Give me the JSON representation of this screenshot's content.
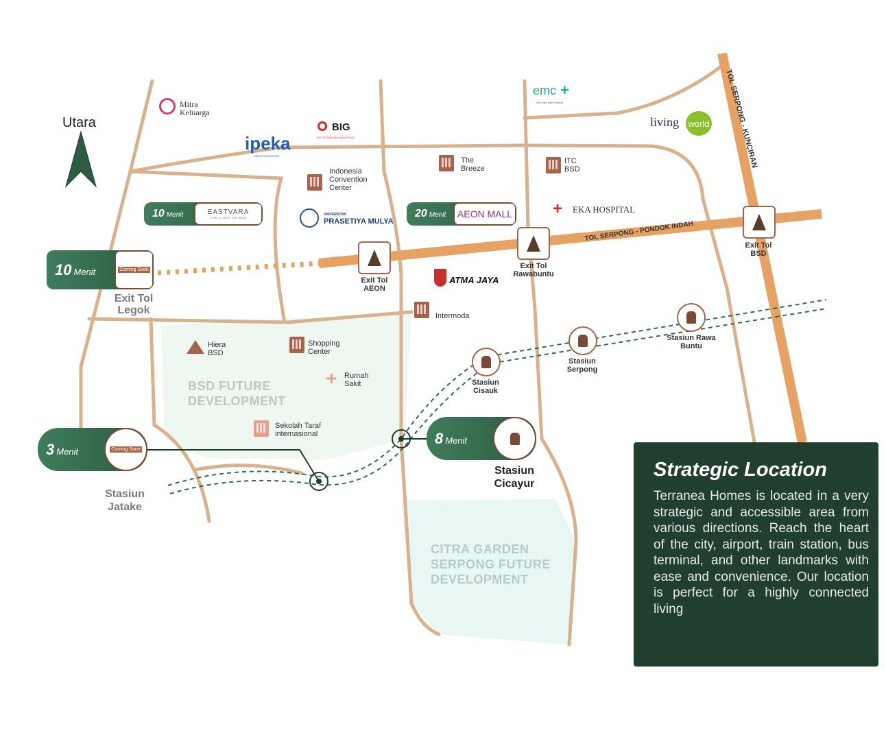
{
  "compass": {
    "label": "Utara"
  },
  "areas": {
    "bsd": "BSD FUTURE DEVELOPMENT",
    "citra": "CITRA GARDEN SERPONG FUTURE DEVELOPMENT"
  },
  "roads": {
    "toll_east_west": "TOL SERPONG - PONDOK INDAH",
    "toll_north_south": "TOL SERPONG - KUNCIRAN"
  },
  "badges": [
    {
      "minutes": "10",
      "unit": "Menit",
      "target": "EASTVARA",
      "tagline": "THE LIGHT OF BSD"
    },
    {
      "minutes": "10",
      "unit": "Menit",
      "target": "Coming Soon"
    },
    {
      "minutes": "20",
      "unit": "Menit",
      "target": "AEON MALL"
    },
    {
      "minutes": "3",
      "unit": "Menit",
      "target": "Coming Soon"
    },
    {
      "minutes": "8",
      "unit": "Menit"
    }
  ],
  "exits": {
    "legok": "Exit Tol Legok",
    "aeon": "Exit Tol AEON",
    "rawabuntu": "Exit Tol Rawabuntu",
    "bsd": "Exit Tol BSD"
  },
  "stations": {
    "jatake": "Stasiun Jatake",
    "cicayur": "Stasiun Cicayur",
    "cisauk": "Stasiun Cisauk",
    "serpong": "Stasiun Serpong",
    "rawabuntu": "Stasiun Rawa Buntu"
  },
  "pois": {
    "mitra": "Mitra Keluarga",
    "ipeka": "ipeka",
    "ipeka_sub": "SEKOLAH KRISTEN",
    "big": "BIG",
    "big_sub": "BIG STORES-BIG SHOPPING",
    "icc": "Indonesia Convention Center",
    "prasetiya": "PRASETIYA MULYA",
    "prasetiya_sub": "UNIVERSITAS",
    "breeze": "The Breeze",
    "itc": "ITC BSD",
    "emc": "emc",
    "emc_sub": "We Care with Passion",
    "living": "living",
    "living2": "world",
    "eka": "EKA HOSPITAL",
    "atma": "ATMA JAYA",
    "intermoda": "Intermoda",
    "hiera": "Hiera BSD",
    "shopping": "Shopping Center",
    "rumah_sakit": "Rumah Sakit",
    "sekolah": "Sekolah Taraf internasional"
  },
  "info": {
    "title": "Strategic Location",
    "body": "Terranea Homes is located in a very strategic and accessible area from various directions. Reach the heart of the city, airport, train station, bus terminal, and other landmarks with ease and convenience. Our location is perfect for a highly connected living"
  },
  "colors": {
    "road": "#d8b28c",
    "toll": "#e6a263",
    "green": "#2d5c43",
    "panel": "#213f2e",
    "brown": "#a8644a"
  }
}
